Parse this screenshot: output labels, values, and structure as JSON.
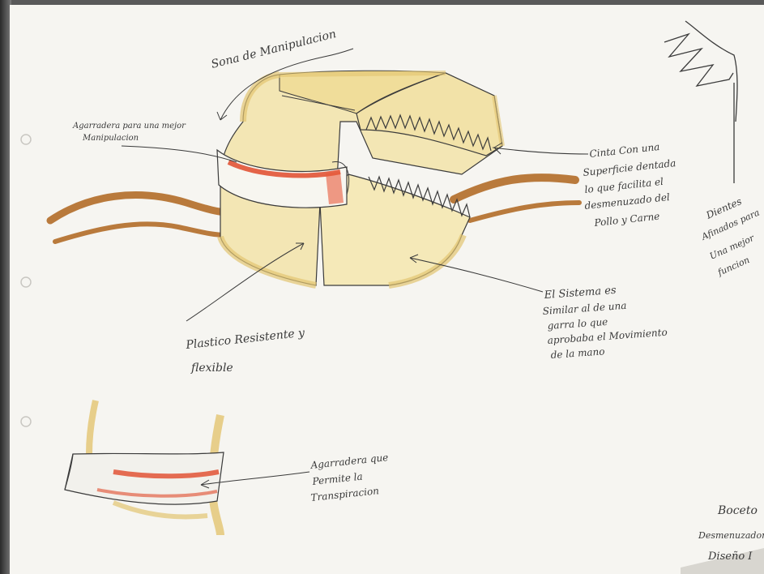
{
  "annotations": {
    "zona_manipulacion": "Sona de Manipulacion",
    "agarradera_line1": "Agarradera para una mejor",
    "agarradera_line2": "Manipulacion",
    "cinta_line1": "Cinta Con una",
    "cinta_line2": "Superficie dentada",
    "cinta_line3": "lo que facilita el",
    "cinta_line4": "desmenuzado del",
    "cinta_line5": "Pollo y Carne",
    "dientes_line1": "Dientes",
    "dientes_line2": "Afinados para",
    "dientes_line3": "Una mejor",
    "dientes_line4": "funcion",
    "plastico_line1": "Plastico Resistente y",
    "plastico_line2": "flexible",
    "sistema_line1": "El Sistema es",
    "sistema_line2": "Similar al de una",
    "sistema_line3": "garra lo que",
    "sistema_line4": "aprobaba el Movimiento",
    "sistema_line5": "de la mano",
    "agarradera2_line1": "Agarradera que",
    "agarradera2_line2": "Permite la",
    "agarradera2_line3": "Transpiracion",
    "boceto_line1": "Boceto",
    "boceto_line2": "Desmenuzador",
    "boceto_line3": "Diseño I"
  },
  "colors": {
    "paper": "#f6f5f1",
    "shadow": "#3b3b3b",
    "sand": "#f0e3a8",
    "ochre": "#e3c470",
    "brown": "#b97a3c",
    "red": "#e04a2a",
    "ink": "#3a3a3a"
  }
}
